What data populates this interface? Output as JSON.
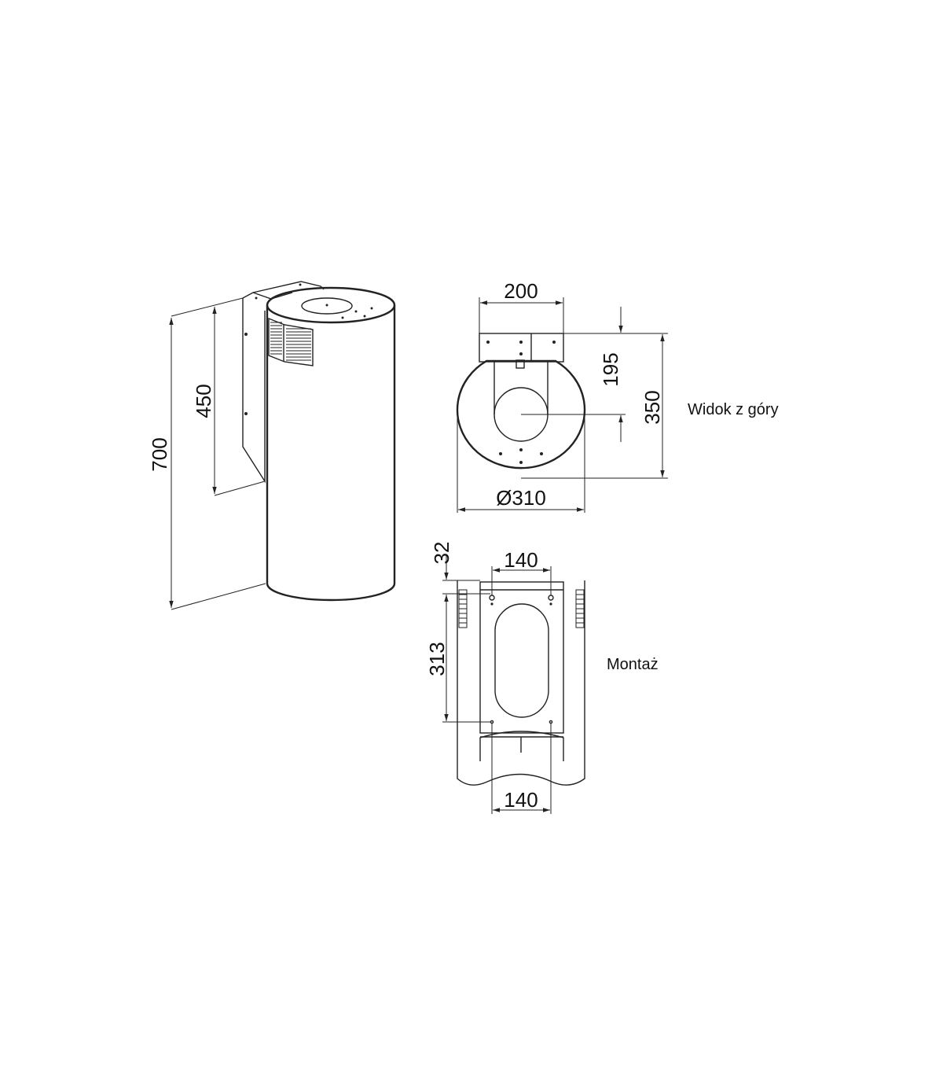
{
  "side_view": {
    "dim_height_total": "700",
    "dim_height_bracket": "450"
  },
  "top_view": {
    "caption": "Widok z góry",
    "dim_bracket_width": "200",
    "dim_center_offset": "195",
    "dim_depth": "350",
    "dim_diameter": "Ø310"
  },
  "mounting_view": {
    "caption": "Montaż",
    "dim_top_offset": "32",
    "dim_hole_spacing_top": "140",
    "dim_vertical_spacing": "313",
    "dim_hole_spacing_bottom": "140"
  }
}
